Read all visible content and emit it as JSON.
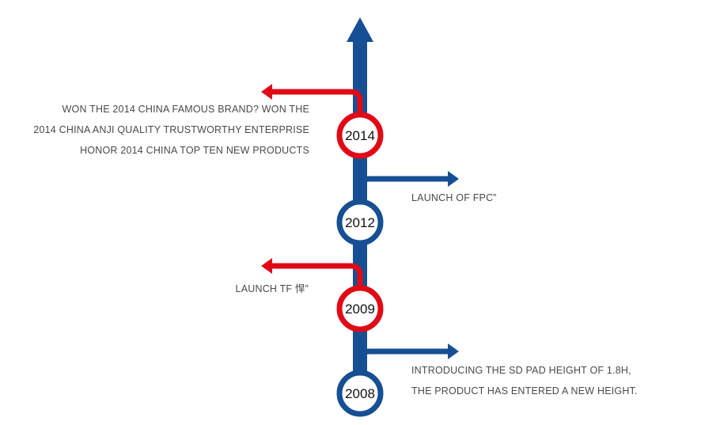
{
  "colors": {
    "blue": "#164f93",
    "red": "#e00a17"
  },
  "milestones": [
    {
      "year": "2014",
      "lines": [
        "WON THE 2014 CHINA FAMOUS BRAND? WON THE",
        "2014 CHINA ANJI QUALITY TRUSTWORTHY ENTERPRISE",
        "HONOR 2014 CHINA TOP TEN NEW PRODUCTS"
      ]
    },
    {
      "year": "2012",
      "lines": [
        "LAUNCH OF FPC”"
      ]
    },
    {
      "year": "2009",
      "lines": [
        "LAUNCH TF 悍”"
      ]
    },
    {
      "year": "2008",
      "lines": [
        "INTRODUCING THE SD PAD HEIGHT OF 1.8H,",
        "THE PRODUCT HAS ENTERED A NEW HEIGHT."
      ]
    }
  ]
}
